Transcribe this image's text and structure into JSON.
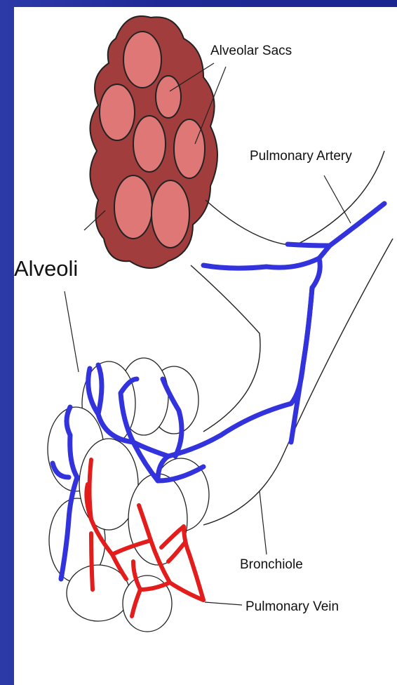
{
  "diagram": {
    "labels": {
      "alveolar_sacs": "Alveolar Sacs",
      "pulmonary_artery": "Pulmonary Artery",
      "alveoli": "Alveoli",
      "bronchiole": "Bronchiole",
      "pulmonary_vein": "Pulmonary Vein"
    },
    "colors": {
      "background": "#1f2a9c",
      "panel": "#ffffff",
      "sac_outer": "#a23d3d",
      "sac_inner": "#df7777",
      "artery_blue": "#3333dd",
      "vein_red": "#e31c1c",
      "outline": "#222222"
    }
  }
}
